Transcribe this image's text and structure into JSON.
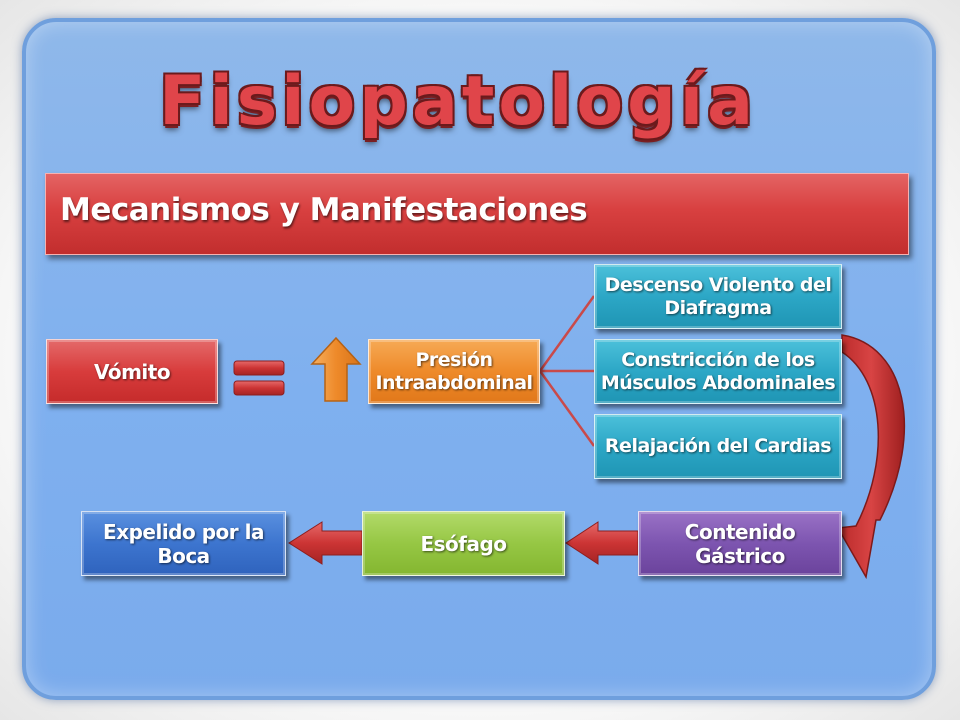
{
  "title": "Fisiopatología",
  "banner": "Mecanismos y Manifestaciones",
  "nodes": {
    "vomito": "Vómito",
    "presion": "Presión Intraabdominal",
    "descenso": "Descenso Violento del Diafragma",
    "constriccion": "Constricción de los Músculos Abdominales",
    "relajacion": "Relajación del Cardias",
    "contenido": "Contenido Gástrico",
    "esofago": "Esófago",
    "expelido": "Expelido por la Boca"
  },
  "colors": {
    "background_panel": "#7fb0ef",
    "title": "#e0454a",
    "banner": "#d84040",
    "vomito": "#d83c3c",
    "presion": "#ee8a2a",
    "causes": "#2ca7c6",
    "contenido": "#7d55b0",
    "esofago": "#96c744",
    "expelido": "#3d75cf",
    "arrows": "#c83a3a",
    "up_arrow": "#f09a30"
  },
  "icons": {
    "equals": "equals-sign",
    "increase": "up-arrow",
    "flow": "block-arrow-left",
    "curve": "curved-arrow-down"
  }
}
